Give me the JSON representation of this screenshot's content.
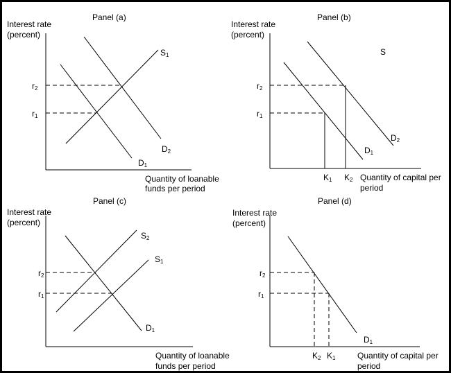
{
  "figure": {
    "panels": [
      {
        "title": "Panel (a)",
        "y_axis_label": [
          "Interest rate",
          "(percent)"
        ],
        "x_axis_label": [
          "Quantity of loanable",
          "funds per period"
        ],
        "curves": [
          {
            "name": "S",
            "sub": "1",
            "type": "supply"
          },
          {
            "name": "D",
            "sub": "2",
            "type": "demand"
          },
          {
            "name": "D",
            "sub": "1",
            "type": "demand"
          }
        ],
        "y_markers": [
          {
            "name": "r",
            "sub": "2"
          },
          {
            "name": "r",
            "sub": "1"
          }
        ],
        "x_markers": []
      },
      {
        "title": "Panel (b)",
        "y_axis_label": [
          "Interest rate",
          "(percent)"
        ],
        "x_axis_label": [
          "Quantity of capital per",
          "period"
        ],
        "curves": [
          {
            "name": "S",
            "sub": "",
            "type": "label"
          },
          {
            "name": "D",
            "sub": "2",
            "type": "demand"
          },
          {
            "name": "D",
            "sub": "1",
            "type": "demand"
          }
        ],
        "y_markers": [
          {
            "name": "r",
            "sub": "2"
          },
          {
            "name": "r",
            "sub": "1"
          }
        ],
        "x_markers": [
          {
            "name": "K",
            "sub": "1"
          },
          {
            "name": "K",
            "sub": "2"
          }
        ]
      },
      {
        "title": "Panel (c)",
        "y_axis_label": [
          "Interest rate",
          "(percent)"
        ],
        "x_axis_label": [
          "Quantity of loanable",
          "funds per period"
        ],
        "curves": [
          {
            "name": "S",
            "sub": "2",
            "type": "supply"
          },
          {
            "name": "S",
            "sub": "1",
            "type": "supply"
          },
          {
            "name": "D",
            "sub": "1",
            "type": "demand"
          }
        ],
        "y_markers": [
          {
            "name": "r",
            "sub": "2"
          },
          {
            "name": "r",
            "sub": "1"
          }
        ],
        "x_markers": []
      },
      {
        "title": "Panel (d)",
        "y_axis_label": [
          "Interest rate",
          "(percent)"
        ],
        "x_axis_label": [
          "Quantity of capital per",
          "period"
        ],
        "curves": [
          {
            "name": "D",
            "sub": "1",
            "type": "demand"
          }
        ],
        "y_markers": [
          {
            "name": "r",
            "sub": "2"
          },
          {
            "name": "r",
            "sub": "1"
          }
        ],
        "x_markers": [
          {
            "name": "K",
            "sub": "2"
          },
          {
            "name": "K",
            "sub": "1"
          }
        ]
      }
    ]
  },
  "colors": {
    "line": "#000000",
    "background": "#ffffff",
    "border": "#000000"
  }
}
